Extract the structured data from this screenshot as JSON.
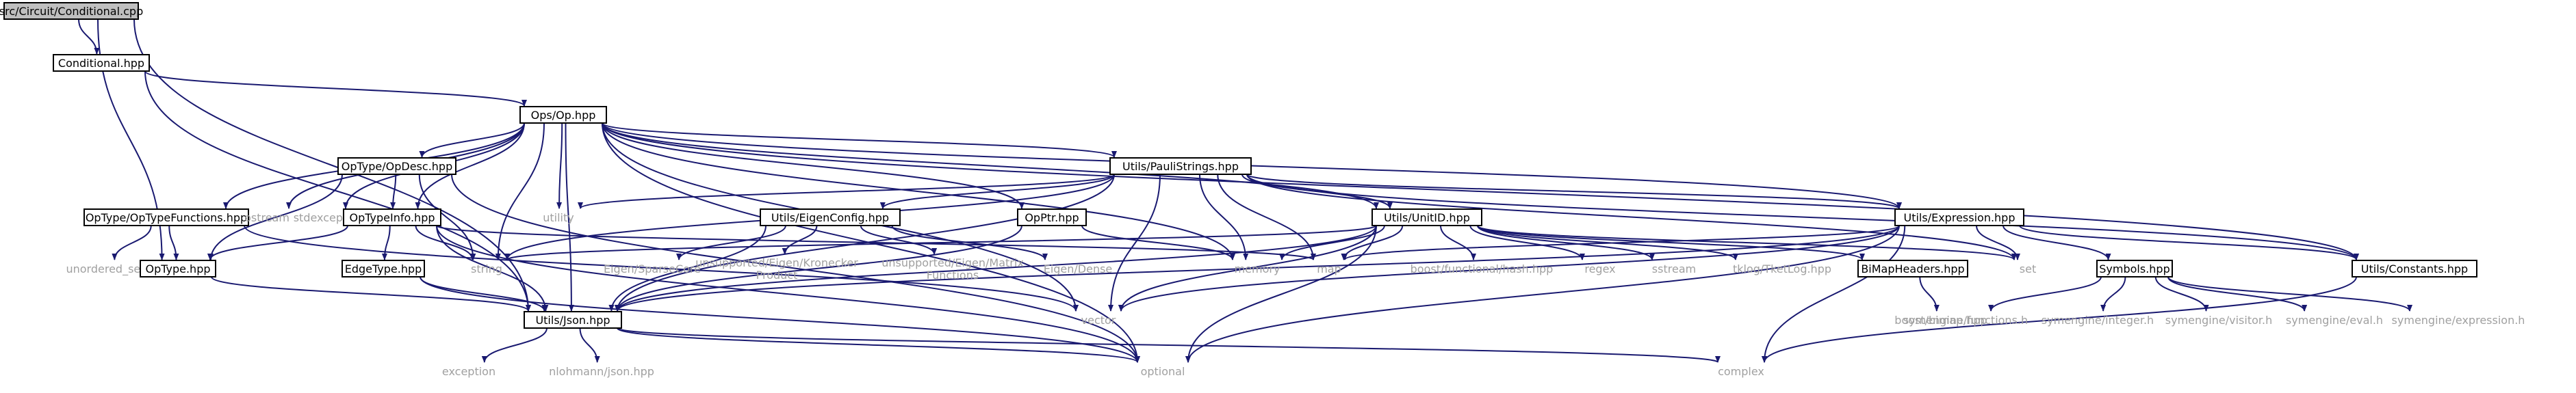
{
  "colors": {
    "edge": "#191970",
    "root_fill": "#bfbfbf",
    "node_fill": "#ffffff",
    "node_text": "#000000",
    "external_text": "#a0a0a0"
  },
  "nodes": [
    {
      "id": "root",
      "label": "src/Circuit/Conditional.cpp",
      "kind": "root"
    },
    {
      "id": "conditional",
      "label": "Conditional.hpp",
      "kind": "file"
    },
    {
      "id": "ops",
      "label": "Ops/Op.hpp",
      "kind": "file"
    },
    {
      "id": "optypefn",
      "label": "OpType/OpTypeFunctions.hpp",
      "kind": "file"
    },
    {
      "id": "ostream",
      "label": "ostream",
      "kind": "external"
    },
    {
      "id": "stdexcept",
      "label": "stdexcept",
      "kind": "external"
    },
    {
      "id": "opdesc",
      "label": "OpType/OpDesc.hpp",
      "kind": "file"
    },
    {
      "id": "pauli",
      "label": "Utils/PauliStrings.hpp",
      "kind": "file"
    },
    {
      "id": "utility",
      "label": "utility",
      "kind": "external"
    },
    {
      "id": "optypeinfo",
      "label": "OpTypeInfo.hpp",
      "kind": "file"
    },
    {
      "id": "eigenconfig",
      "label": "Utils/EigenConfig.hpp",
      "kind": "file"
    },
    {
      "id": "opptr",
      "label": "OpPtr.hpp",
      "kind": "file"
    },
    {
      "id": "unitid",
      "label": "Utils/UnitID.hpp",
      "kind": "file"
    },
    {
      "id": "expression",
      "label": "Utils/Expression.hpp",
      "kind": "file"
    },
    {
      "id": "constants",
      "label": "Utils/Constants.hpp",
      "kind": "file"
    },
    {
      "id": "unordered_set",
      "label": "unordered_set",
      "kind": "external"
    },
    {
      "id": "optype",
      "label": "OpType.hpp",
      "kind": "file"
    },
    {
      "id": "edgetype",
      "label": "EdgeType.hpp",
      "kind": "file"
    },
    {
      "id": "string",
      "label": "string",
      "kind": "external"
    },
    {
      "id": "sparsecore",
      "label": "Eigen/SparseCore",
      "kind": "external"
    },
    {
      "id": "kronecker",
      "label": "unsupported/Eigen/Kronecker\nProduct",
      "kind": "external"
    },
    {
      "id": "matrixfn",
      "label": "unsupported/Eigen/Matrix\nFunctions",
      "kind": "external"
    },
    {
      "id": "dense",
      "label": "Eigen/Dense",
      "kind": "external"
    },
    {
      "id": "memory",
      "label": "memory",
      "kind": "external"
    },
    {
      "id": "map",
      "label": "map",
      "kind": "external"
    },
    {
      "id": "boosthash",
      "label": "boost/functional/hash.hpp",
      "kind": "external"
    },
    {
      "id": "regex",
      "label": "regex",
      "kind": "external"
    },
    {
      "id": "sstream",
      "label": "sstream",
      "kind": "external"
    },
    {
      "id": "tklog",
      "label": "tklog/TketLog.hpp",
      "kind": "external"
    },
    {
      "id": "bimapheaders",
      "label": "BiMapHeaders.hpp",
      "kind": "file"
    },
    {
      "id": "set",
      "label": "set",
      "kind": "external"
    },
    {
      "id": "symbols",
      "label": "Symbols.hpp",
      "kind": "file"
    },
    {
      "id": "json",
      "label": "Utils/Json.hpp",
      "kind": "file"
    },
    {
      "id": "vector",
      "label": "vector",
      "kind": "external"
    },
    {
      "id": "boostbimap",
      "label": "boost/bimap.hpp",
      "kind": "external"
    },
    {
      "id": "symfunctions",
      "label": "symengine/functions.h",
      "kind": "external"
    },
    {
      "id": "syminteger",
      "label": "symengine/integer.h",
      "kind": "external"
    },
    {
      "id": "symvisitor",
      "label": "symengine/visitor.h",
      "kind": "external"
    },
    {
      "id": "symeval",
      "label": "symengine/eval.h",
      "kind": "external"
    },
    {
      "id": "symexpression",
      "label": "symengine/expression.h",
      "kind": "external"
    },
    {
      "id": "exception",
      "label": "exception",
      "kind": "external"
    },
    {
      "id": "nlohmann",
      "label": "nlohmann/json.hpp",
      "kind": "external"
    },
    {
      "id": "optional",
      "label": "optional",
      "kind": "external"
    },
    {
      "id": "complex",
      "label": "complex",
      "kind": "external"
    }
  ],
  "edges": [
    [
      "root",
      "conditional"
    ],
    [
      "root",
      "optype"
    ],
    [
      "root",
      "json"
    ],
    [
      "conditional",
      "ops"
    ],
    [
      "conditional",
      "json"
    ],
    [
      "ops",
      "optypefn"
    ],
    [
      "ops",
      "ostream"
    ],
    [
      "ops",
      "stdexcept"
    ],
    [
      "ops",
      "opdesc"
    ],
    [
      "ops",
      "pauli"
    ],
    [
      "ops",
      "utility"
    ],
    [
      "ops",
      "optypeinfo"
    ],
    [
      "ops",
      "opptr"
    ],
    [
      "ops",
      "unitid"
    ],
    [
      "ops",
      "expression"
    ],
    [
      "ops",
      "constants"
    ],
    [
      "ops",
      "string"
    ],
    [
      "ops",
      "memory"
    ],
    [
      "ops",
      "vector"
    ],
    [
      "ops",
      "json"
    ],
    [
      "ops",
      "optional"
    ],
    [
      "optypefn",
      "unordered_set"
    ],
    [
      "optypefn",
      "optype"
    ],
    [
      "optypefn",
      "vector"
    ],
    [
      "opdesc",
      "optypeinfo"
    ],
    [
      "opdesc",
      "optype"
    ],
    [
      "opdesc",
      "string"
    ],
    [
      "opdesc",
      "optional"
    ],
    [
      "pauli",
      "utility"
    ],
    [
      "pauli",
      "eigenconfig"
    ],
    [
      "pauli",
      "unitid"
    ],
    [
      "pauli",
      "expression"
    ],
    [
      "pauli",
      "constants"
    ],
    [
      "pauli",
      "string"
    ],
    [
      "pauli",
      "memory"
    ],
    [
      "pauli",
      "map"
    ],
    [
      "pauli",
      "set"
    ],
    [
      "pauli",
      "vector"
    ],
    [
      "pauli",
      "json"
    ],
    [
      "optypeinfo",
      "optype"
    ],
    [
      "optypeinfo",
      "edgetype"
    ],
    [
      "optypeinfo",
      "string"
    ],
    [
      "optypeinfo",
      "map"
    ],
    [
      "optypeinfo",
      "json"
    ],
    [
      "optypeinfo",
      "optional"
    ],
    [
      "eigenconfig",
      "sparsecore"
    ],
    [
      "eigenconfig",
      "kronecker"
    ],
    [
      "eigenconfig",
      "matrixfn"
    ],
    [
      "eigenconfig",
      "dense"
    ],
    [
      "eigenconfig",
      "json"
    ],
    [
      "opptr",
      "memory"
    ],
    [
      "opptr",
      "json"
    ],
    [
      "unitid",
      "string"
    ],
    [
      "unitid",
      "memory"
    ],
    [
      "unitid",
      "map"
    ],
    [
      "unitid",
      "boosthash"
    ],
    [
      "unitid",
      "regex"
    ],
    [
      "unitid",
      "sstream"
    ],
    [
      "unitid",
      "tklog"
    ],
    [
      "unitid",
      "bimapheaders"
    ],
    [
      "unitid",
      "set"
    ],
    [
      "unitid",
      "vector"
    ],
    [
      "unitid",
      "json"
    ],
    [
      "unitid",
      "optional"
    ],
    [
      "expression",
      "constants"
    ],
    [
      "expression",
      "map"
    ],
    [
      "expression",
      "set"
    ],
    [
      "expression",
      "symbols"
    ],
    [
      "expression",
      "json"
    ],
    [
      "expression",
      "vector"
    ],
    [
      "expression",
      "optional"
    ],
    [
      "expression",
      "complex"
    ],
    [
      "constants",
      "complex"
    ],
    [
      "optype",
      "json"
    ],
    [
      "edgetype",
      "json"
    ],
    [
      "edgetype",
      "optional"
    ],
    [
      "bimapheaders",
      "boostbimap"
    ],
    [
      "symbols",
      "symfunctions"
    ],
    [
      "symbols",
      "syminteger"
    ],
    [
      "symbols",
      "symvisitor"
    ],
    [
      "symbols",
      "symeval"
    ],
    [
      "symbols",
      "symexpression"
    ],
    [
      "json",
      "exception"
    ],
    [
      "json",
      "nlohmann"
    ],
    [
      "json",
      "optional"
    ],
    [
      "json",
      "complex"
    ]
  ]
}
